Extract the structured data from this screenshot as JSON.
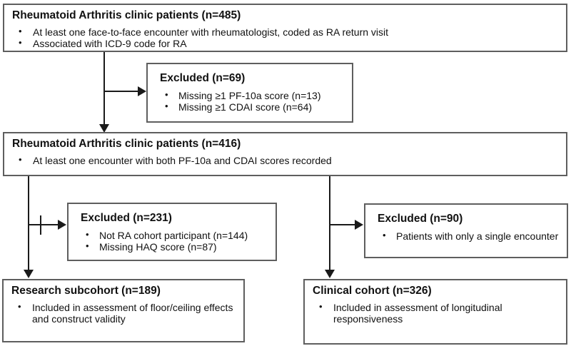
{
  "flowchart": {
    "nodes": {
      "cohort485": {
        "title": "Rheumatoid Arthritis clinic patients (n=485)",
        "bullets": [
          "At least one face-to-face encounter with rheumatologist, coded as RA return visit",
          "Associated with ICD-9 code for RA"
        ]
      },
      "excluded69": {
        "title": "Excluded (n=69)",
        "bullets": [
          "Missing ≥1 PF-10a score (n=13)",
          "Missing ≥1 CDAI score (n=64)"
        ]
      },
      "cohort416": {
        "title": "Rheumatoid Arthritis clinic patients (n=416)",
        "bullets": [
          "At least one encounter with both PF-10a and CDAI scores recorded"
        ]
      },
      "excluded231": {
        "title": "Excluded (n=231)",
        "bullets": [
          "Not RA cohort participant (n=144)",
          "Missing HAQ score (n=87)"
        ]
      },
      "excluded90": {
        "title": "Excluded (n=90)",
        "bullets": [
          "Patients with only a single encounter"
        ]
      },
      "research189": {
        "title": "Research subcohort (n=189)",
        "bullets": [
          "Included in assessment of floor/ceiling effects and construct validity"
        ]
      },
      "clinical326": {
        "title": "Clinical cohort (n=326)",
        "bullets": [
          "Included in assessment of longitudinal responsiveness"
        ]
      }
    },
    "colors": {
      "background": "#ffffff",
      "box_border": "#5e5e5e",
      "text": "#111111",
      "arrow": "#1a1a1a"
    }
  }
}
